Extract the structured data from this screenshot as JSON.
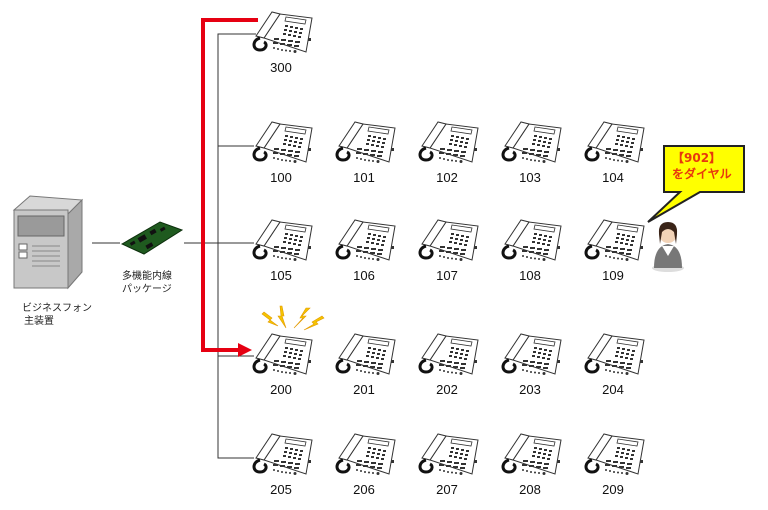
{
  "diagram": {
    "main_unit": {
      "label_line1": "ビジネスフォン",
      "label_line2": "主装置",
      "icon": "pbx-server-icon"
    },
    "package": {
      "label_line1": "多機能内線",
      "label_line2": "パッケージ",
      "icon": "circuit-board-icon"
    },
    "callout": {
      "line1": "【902】",
      "line2": "をダイヤル",
      "color": "#e8380d",
      "bubble_color": "#ffff00"
    },
    "ringing_extension": "200",
    "caller_extension": "109",
    "arrow_color": "#e60012",
    "rows": [
      {
        "phones": [
          "300"
        ]
      },
      {
        "phones": [
          "100",
          "101",
          "102",
          "103",
          "104"
        ]
      },
      {
        "phones": [
          "105",
          "106",
          "107",
          "108",
          "109"
        ]
      },
      {
        "phones": [
          "200",
          "201",
          "202",
          "203",
          "204"
        ]
      },
      {
        "phones": [
          "205",
          "206",
          "207",
          "208",
          "209"
        ]
      }
    ]
  }
}
